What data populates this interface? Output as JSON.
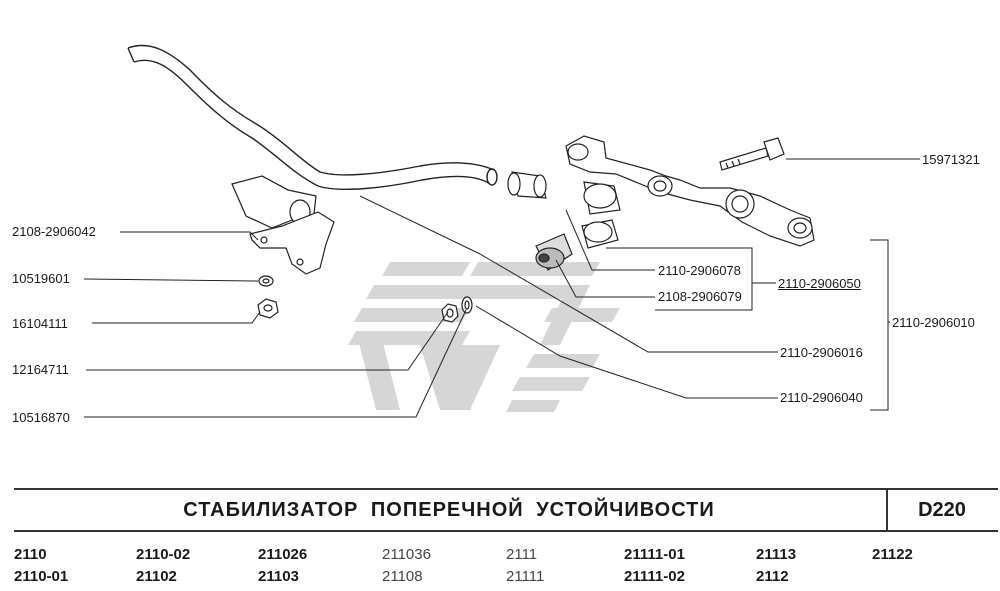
{
  "labels": {
    "l15971321": "15971321",
    "l2108_2906042": "2108-2906042",
    "l10519601": "10519601",
    "l16104111": "16104111",
    "l12164711": "12164711",
    "l10516870": "10516870",
    "l2110_2906078": "2110-2906078",
    "l2108_2906079": "2108-2906079",
    "l2110_2906050": "2110-2906050",
    "l2110_2906010": "2110-2906010",
    "l2110_2906016": "2110-2906016",
    "l2110_2906040": "2110-2906040"
  },
  "title": "СТАБИЛИЗАТОР ПОПЕРЕЧНОЙ УСТОЙЧИВОСТИ",
  "code": "D220",
  "models": {
    "row1": [
      "2110",
      "2110-02",
      "211026",
      "211036",
      "2111",
      "21111-01",
      "21113",
      "21122"
    ],
    "row2": [
      "2110-01",
      "21102",
      "21103",
      "21108",
      "21111",
      "21111-02",
      "2112"
    ]
  },
  "colors": {
    "ink": "#1a1a1a",
    "watermark": "#c8c8c8"
  }
}
